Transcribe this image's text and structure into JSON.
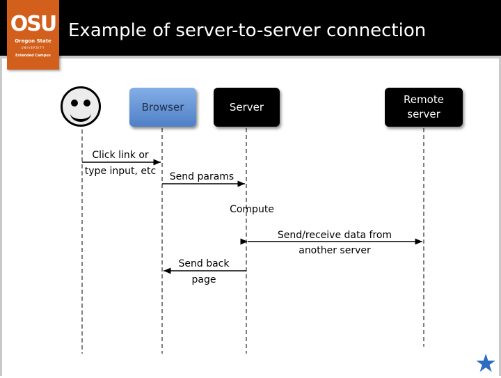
{
  "slide": {
    "title": "Example of server-to-server connection",
    "logo": {
      "main": "OSU",
      "line1": "Oregon State",
      "line2": "UNIVERSITY",
      "line3": "Extended Campus"
    }
  },
  "participants": {
    "user": {
      "icon": "smiley-face-icon"
    },
    "browser": "Browser",
    "server": "Server",
    "remote_line1": "Remote",
    "remote_line2": "server"
  },
  "messages": {
    "click_line1": "Click link or",
    "click_line2": "type input, etc",
    "send_params": "Send params",
    "compute": "Compute",
    "send_receive_line1": "Send/receive data from",
    "send_receive_line2": "another server",
    "send_back_line1": "Send back",
    "send_back_line2": "page"
  },
  "footer": {
    "icon": "star-icon"
  }
}
